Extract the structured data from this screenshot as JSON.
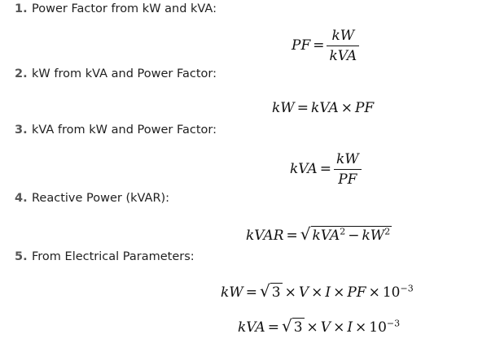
{
  "items": [
    {
      "num": "1.",
      "label": "Power Factor from kW and kVA:"
    },
    {
      "num": "2.",
      "label": "kW from kVA and Power Factor:"
    },
    {
      "num": "3.",
      "label": "kVA from kW and Power Factor:"
    },
    {
      "num": "4.",
      "label": "Reactive Power (kVAR):"
    },
    {
      "num": "5.",
      "label": "From Electrical Parameters:"
    }
  ],
  "formulas": {
    "f1": {
      "lhs": "PF",
      "eq": "=",
      "num": "kW",
      "den": "kVA"
    },
    "f2": {
      "lhs": "kW",
      "eq": "=",
      "a": "kVA",
      "times": "×",
      "b": "PF"
    },
    "f3": {
      "lhs": "kVA",
      "eq": "=",
      "num": "kW",
      "den": "PF"
    },
    "f4": {
      "lhs": "kVAR",
      "eq": "=",
      "radical": "√",
      "a": "kVA",
      "exp_a": "2",
      "minus": "−",
      "b": "kW",
      "exp_b": "2"
    },
    "f5": {
      "lhs": "kW",
      "eq": "=",
      "radical": "√",
      "root": "3",
      "times": "×",
      "v": "V",
      "i": "I",
      "pf": "PF",
      "ten": "10",
      "exp": "−3"
    },
    "f6": {
      "lhs": "kVA",
      "eq": "=",
      "radical": "√",
      "root": "3",
      "times": "×",
      "v": "V",
      "i": "I",
      "ten": "10",
      "exp": "−3"
    }
  }
}
